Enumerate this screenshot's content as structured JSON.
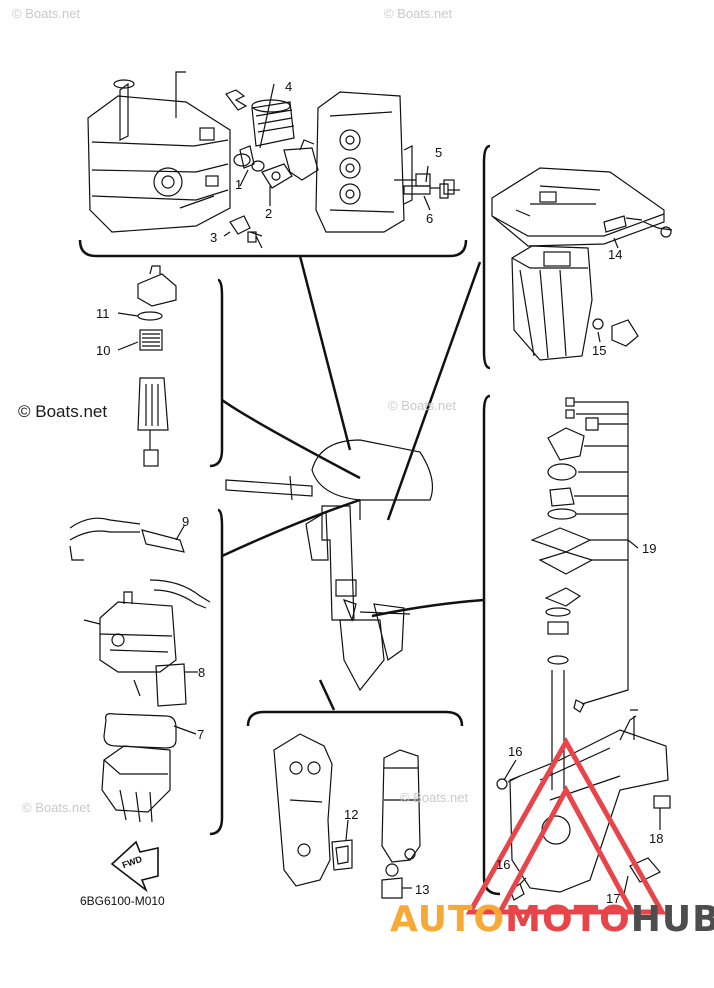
{
  "diagram": {
    "code": "6BG6100-M010",
    "fwd_label": "FWD",
    "callouts": [
      {
        "id": "c1",
        "text": "1"
      },
      {
        "id": "c2",
        "text": "2"
      },
      {
        "id": "c3",
        "text": "3"
      },
      {
        "id": "c4",
        "text": "4"
      },
      {
        "id": "c5",
        "text": "5"
      },
      {
        "id": "c6",
        "text": "6"
      },
      {
        "id": "c7",
        "text": "7"
      },
      {
        "id": "c8",
        "text": "8"
      },
      {
        "id": "c9",
        "text": "9"
      },
      {
        "id": "c10",
        "text": "10"
      },
      {
        "id": "c11",
        "text": "11"
      },
      {
        "id": "c12",
        "text": "12"
      },
      {
        "id": "c13",
        "text": "13"
      },
      {
        "id": "c14",
        "text": "14"
      },
      {
        "id": "c15",
        "text": "15"
      },
      {
        "id": "c16a",
        "text": "16"
      },
      {
        "id": "c16b",
        "text": "16"
      },
      {
        "id": "c17",
        "text": "17"
      },
      {
        "id": "c18",
        "text": "18"
      },
      {
        "id": "c19",
        "text": "19"
      }
    ]
  },
  "watermarks": {
    "main": "© Boats.net",
    "faint": "© Boats.net"
  },
  "brand": {
    "part1": "AUTO",
    "part2": "MOTO",
    "part3": "HUB"
  },
  "colors": {
    "line": "#111111",
    "brand_orange": "#f6a935",
    "brand_red": "#e8454a",
    "brand_gray": "#4d4d4d",
    "logo_red": "#e8454a"
  }
}
